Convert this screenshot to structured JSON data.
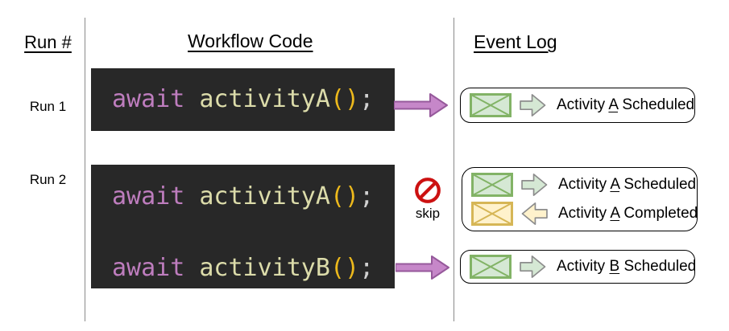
{
  "headers": {
    "run": "Run #",
    "workflow": "Workflow Code",
    "event_log": "Event Log"
  },
  "runs": {
    "run1": {
      "label": "Run 1",
      "code_lines": [
        {
          "keyword": "await",
          "function": "activityA",
          "parens": "()",
          "semicolon": ";"
        }
      ]
    },
    "run2": {
      "label": "Run 2",
      "code_lines": [
        {
          "keyword": "await",
          "function": "activityA",
          "parens": "()",
          "semicolon": ";"
        },
        {
          "keyword": "await",
          "function": "activityB",
          "parens": "()",
          "semicolon": ";"
        }
      ],
      "skip_label": "skip"
    }
  },
  "event_log": {
    "box1": {
      "rows": [
        {
          "icon": "green-envelope-icon",
          "arrow": "green-right-arrow-icon",
          "prefix": "Activity",
          "letter": "A",
          "suffix": "Scheduled"
        }
      ]
    },
    "box2": {
      "rows": [
        {
          "icon": "green-envelope-icon",
          "arrow": "green-right-arrow-icon",
          "prefix": "Activity",
          "letter": "A",
          "suffix": "Scheduled"
        },
        {
          "icon": "yellow-envelope-icon",
          "arrow": "yellow-left-arrow-icon",
          "prefix": "Activity",
          "letter": "A",
          "suffix": "Completed"
        }
      ]
    },
    "box3": {
      "rows": [
        {
          "icon": "green-envelope-icon",
          "arrow": "green-right-arrow-icon",
          "prefix": "Activity",
          "letter": "B",
          "suffix": "Scheduled"
        }
      ]
    }
  },
  "colors": {
    "code_background": "#282828",
    "keyword_purple": "#be7dbe",
    "function_name_yellow": "#dcdcaa",
    "parens_gold": "#edb91c",
    "semicolon_gray": "#d0d0d0",
    "flow_arrow_fill": "#c687c9",
    "flow_arrow_stroke": "#96599b",
    "envelope_green_fill": "#d5e8d4",
    "envelope_green_stroke": "#82b366",
    "envelope_yellow_fill": "#fff2cc",
    "envelope_yellow_stroke": "#d6b656",
    "skip_red": "#cc1111"
  }
}
